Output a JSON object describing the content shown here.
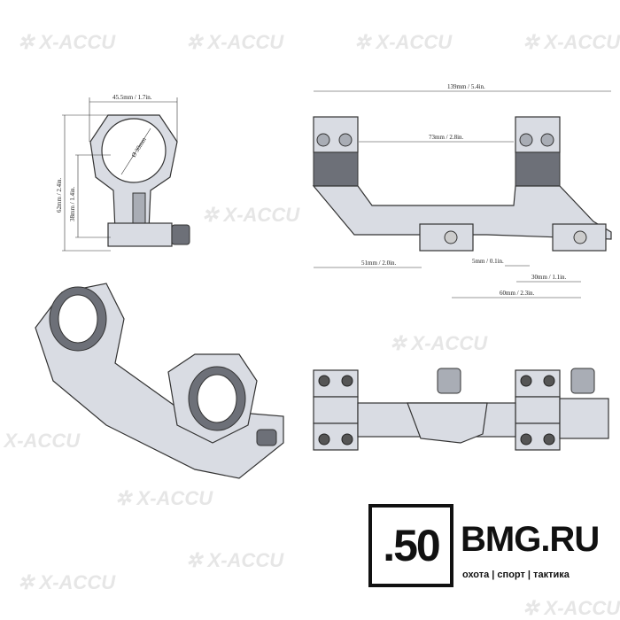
{
  "watermark": "X-ACCU",
  "front_view": {
    "width_label": "45.5mm / 1.7in.",
    "height_label": "62mm / 2.4in.",
    "center_height_label": "38mm / 1.4in.",
    "diameter_label": "Ø 30mm"
  },
  "side_view": {
    "length_label": "139mm / 5.4in.",
    "ring_spacing_label": "73mm / 2.8in.",
    "offset_label": "51mm / 2.0in.",
    "lug_label": "5mm / 0.1in.",
    "clamp_to_lug_label": "30mm / 1.1in.",
    "clamp_spacing_label": "60mm / 2.3in."
  },
  "logo": {
    "number": ".50",
    "name": "BMG.RU",
    "tagline": "охота | спорт | тактика"
  }
}
